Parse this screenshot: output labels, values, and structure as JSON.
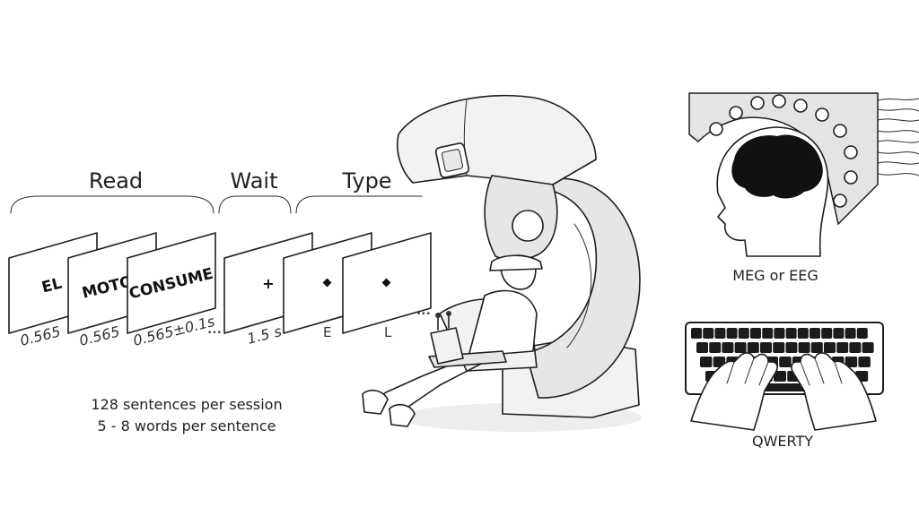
{
  "phases": {
    "read": "Read",
    "wait": "Wait",
    "type": "Type"
  },
  "read_cards": [
    {
      "word": "EL",
      "time": "0.565"
    },
    {
      "word": "MOTO",
      "time": "0.565"
    },
    {
      "word": "CONSUME",
      "time": "0.565±0.1s"
    }
  ],
  "read_ellipsis": "•••",
  "wait_card": {
    "symbol": "+",
    "time": "1.5 s"
  },
  "type_cards": [
    {
      "letter": "E"
    },
    {
      "letter": "L"
    }
  ],
  "type_ellipsis": "•••",
  "session_info": {
    "line1": "128 sentences per session",
    "line2": "5 - 8 words per sentence"
  },
  "labels": {
    "meg_eeg": "MEG or EEG",
    "keyboard": "QWERTY"
  },
  "icons": [
    "meg-scanner-illustration",
    "head-brain-icon",
    "sensor-array-icon",
    "keyboard-icon",
    "typing-hands-icon"
  ]
}
